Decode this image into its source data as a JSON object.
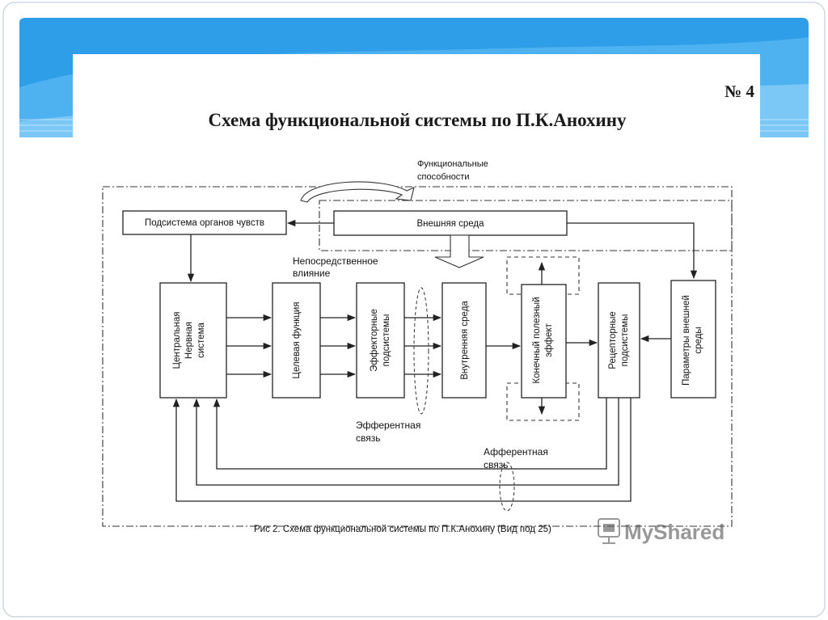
{
  "slide": {
    "number": "№ 4",
    "title": "Схема функциональной системы по П.К.Анохину",
    "accent_color": "#2f9ee8",
    "frame_color": "#cfd8e0"
  },
  "diagram": {
    "functional_abilities_line1": "Функциональные",
    "functional_abilities_line2": "способности",
    "sensory_subsystem": "Подсистема органов чувств",
    "external_environment": "Внешняя среда",
    "direct_influence_line1": "Непосредственное",
    "direct_influence_line2": "влияние",
    "cns_line1": "Центральная",
    "cns_line2": "Нервная",
    "cns_line3": "система",
    "target_function": "Целевая функция",
    "effector_line1": "Эффекторные",
    "effector_line2": "подсистемы",
    "internal_environment": "Внутренняя среда",
    "result_line1": "Конечный полезный",
    "result_line2": "эффект",
    "receptor_line1": "Рецепторные",
    "receptor_line2": "подсистемы",
    "external_params_line1": "Параметры внешней",
    "external_params_line2": "среды",
    "efferent_line1": "Эфферентная",
    "efferent_line2": "связь",
    "afferent_line1": "Афферентная",
    "afferent_line2": "связь",
    "caption": "Рис 2. Схема функциональной системы по П.К.Анохину (Вид под 25)"
  },
  "watermark": {
    "brand": "MyShared"
  }
}
